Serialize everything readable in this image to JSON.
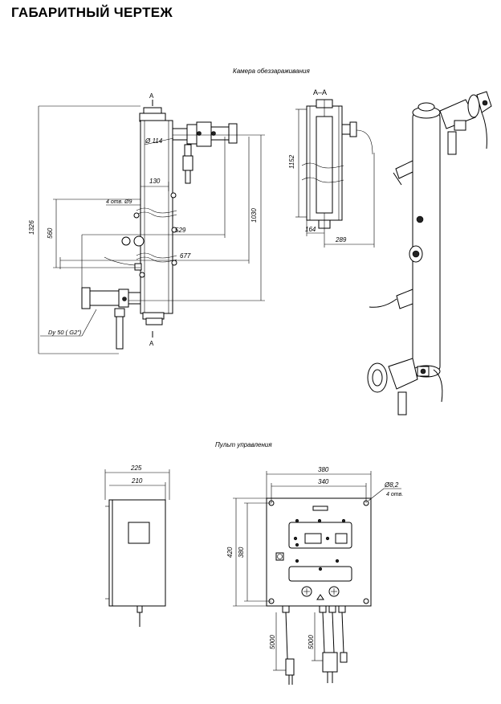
{
  "title": "ГАБАРИТНЫЙ ЧЕРТЕЖ",
  "chamber": {
    "caption": "Камера обеззараживания",
    "section_top": "А",
    "section_bottom": "А",
    "section_view": "А–А",
    "dims": {
      "total_height": "1326",
      "inner_height": "1030",
      "pipe_offset": "560",
      "width_130": "130",
      "width_529": "529",
      "width_677": "677",
      "holes": "4 отв. Ø9",
      "diameter": "Ø 114",
      "nozzle": "Dy 50 (  G2\")",
      "section_height": "1152",
      "section_164": "164",
      "section_289": "289"
    }
  },
  "panel": {
    "caption": "Пульт управления",
    "dims": {
      "side_225": "225",
      "side_210": "210",
      "front_380": "380",
      "front_340": "340",
      "height_420": "420",
      "height_380": "380",
      "cable_left": "5000",
      "cable_right": "5000",
      "mount_holes_d": "Ø8,2",
      "mount_holes_n": "4 отв."
    }
  }
}
